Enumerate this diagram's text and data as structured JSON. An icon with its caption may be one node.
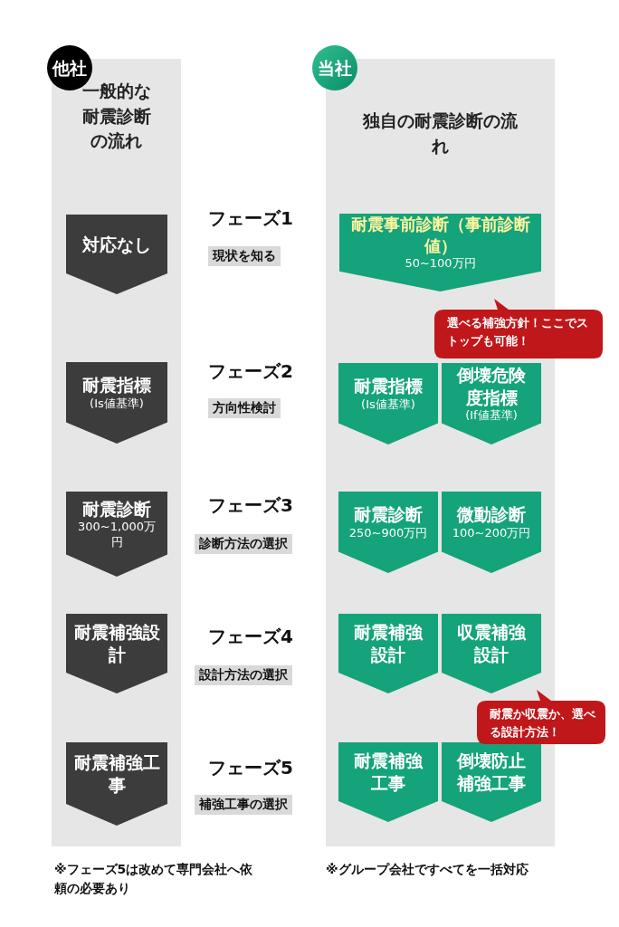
{
  "diagram": {
    "nodes": [
      {
        "text": [
          "他社"
        ]
      },
      {
        "text": [
          "一般的な耐震診断の流れ"
        ]
      },
      {
        "text": [
          "当社"
        ]
      },
      {
        "text": [
          "独自の耐震診断の流れ"
        ]
      },
      {
        "text": [
          "対応なし"
        ],
        "in": 1
      },
      {
        "text": [
          "耐震事前診断（事前診断値）",
          "50~100万円"
        ],
        "in": 3
      },
      {
        "text": [
          "選べる補強方針！ここでストップも可能！"
        ]
      },
      {
        "text": [
          "耐震指標",
          "(Is値基準)"
        ],
        "in": 1
      },
      {
        "text": [
          "耐震指標",
          "(Is値基準)"
        ],
        "in": 3
      },
      {
        "text": [
          "倒壊危険度指標",
          "(If値基準)"
        ],
        "in": 3
      },
      {
        "text": [
          "耐震診断",
          "300~1,000万円"
        ],
        "in": 1
      },
      {
        "text": [
          "耐震診断",
          "250~900万円"
        ],
        "in": 3
      },
      {
        "text": [
          "微動診断",
          "100~200万円"
        ],
        "in": 3
      },
      {
        "text": [
          "耐震補強設計"
        ],
        "in": 1
      },
      {
        "text": [
          "耐震補強設計"
        ],
        "in": 3
      },
      {
        "text": [
          "収震補強設計"
        ],
        "in": 3
      },
      {
        "text": [
          "耐震か収震か、選べる設計方法！"
        ]
      },
      {
        "text": [
          "耐震補強工事"
        ],
        "in": 1
      },
      {
        "text": [
          "耐震補強工事"
        ],
        "in": 3
      },
      {
        "text": [
          "倒壊防止補強工事"
        ],
        "in": 3
      }
    ],
    "labels": [
      "フェーズ1",
      "現状を知る",
      "フェーズ2",
      "方向性検討",
      "フェーズ3",
      "診断方法の選択",
      "フェーズ4",
      "設計方法の選択",
      "フェーズ5",
      "補強工事の選択",
      "※フェーズ5は改めて専門会社へ依頼の必要あり",
      "※グループ会社ですべてを一括対応"
    ]
  }
}
